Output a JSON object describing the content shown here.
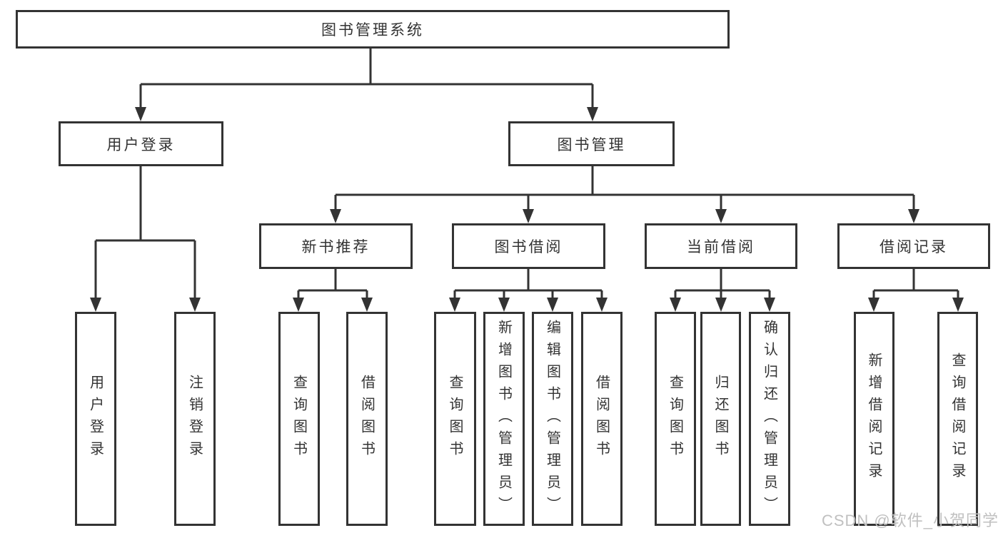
{
  "diagram_title": "图书管理系统",
  "tree": {
    "label": "图书管理系统",
    "children": [
      {
        "label": "用户登录",
        "children": [
          {
            "label": "用户登录"
          },
          {
            "label": "注销登录"
          }
        ]
      },
      {
        "label": "图书管理",
        "children": [
          {
            "label": "新书推荐",
            "children": [
              {
                "label": "查询图书"
              },
              {
                "label": "借阅图书"
              }
            ]
          },
          {
            "label": "图书借阅",
            "children": [
              {
                "label": "查询图书"
              },
              {
                "label": "新增图书（管理员）"
              },
              {
                "label": "编辑图书（管理员）"
              },
              {
                "label": "借阅图书"
              }
            ]
          },
          {
            "label": "当前借阅",
            "children": [
              {
                "label": "查询图书"
              },
              {
                "label": "归还图书"
              },
              {
                "label": "确认归还（管理员）"
              }
            ]
          },
          {
            "label": "借阅记录",
            "children": [
              {
                "label": "新增借阅记录"
              },
              {
                "label": "查询借阅记录"
              }
            ]
          }
        ]
      }
    ]
  },
  "watermark": "CSDN @软件_小贺同学",
  "colors": {
    "line": "#333333",
    "box_border": "#333333",
    "text": "#333333",
    "watermark": "#c0c0c0",
    "background": "#ffffff"
  }
}
